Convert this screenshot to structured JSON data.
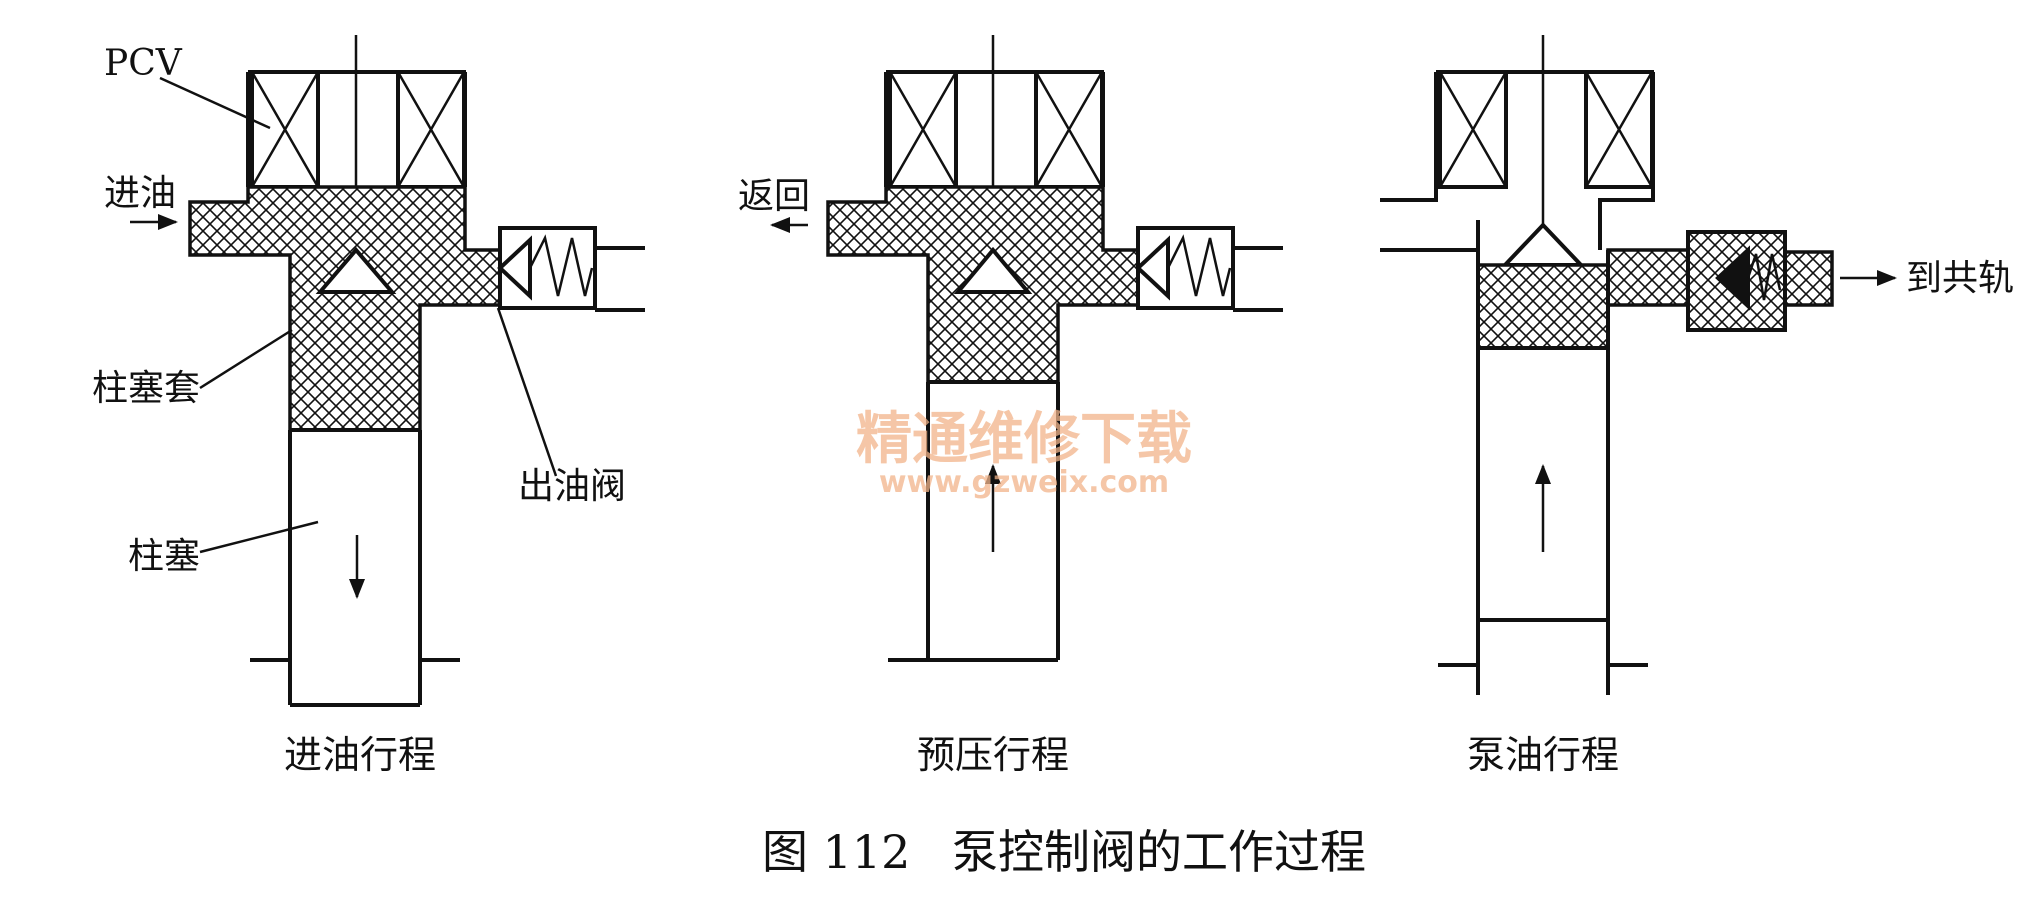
{
  "labels": {
    "pcv": "PCV",
    "inlet": "进油",
    "return": "返回",
    "to_rail": "到共轨",
    "plunger_barrel": "柱塞套",
    "plunger": "柱塞",
    "outlet_valve": "出油阀"
  },
  "stages": [
    {
      "caption": "进油行程"
    },
    {
      "caption": "预压行程"
    },
    {
      "caption": "泵油行程"
    }
  ],
  "figure": {
    "number": "图 112",
    "title": "泵控制阀的工作过程"
  },
  "watermark": {
    "cn": "精通维修下载",
    "url": "www.gzweix.com"
  },
  "colors": {
    "ink": "#111111",
    "watermark": "#f2b48a"
  }
}
